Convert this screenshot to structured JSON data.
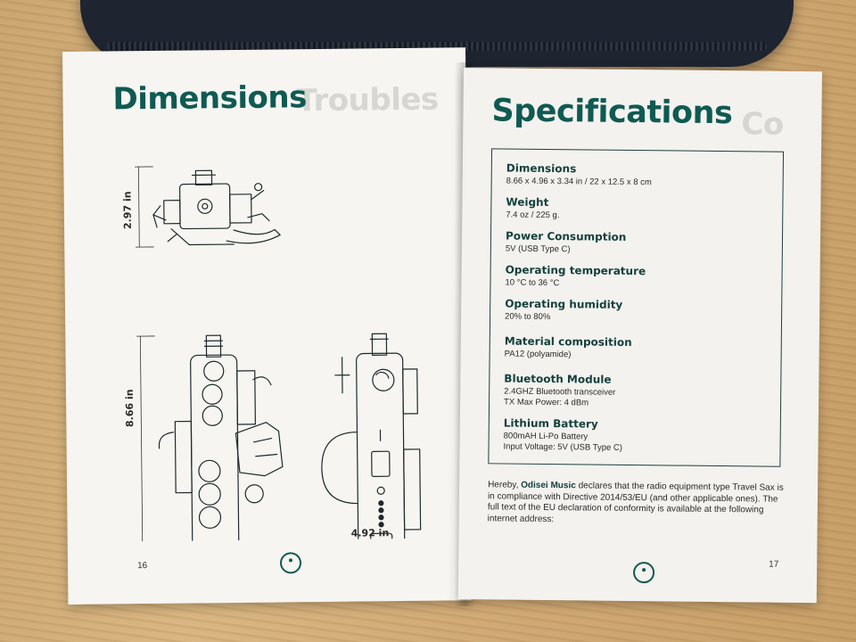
{
  "left_page": {
    "heading": "Dimensions",
    "ghost_heading": "Troubles",
    "dimensions": {
      "height_top_view": "2.97 in",
      "length": "8.66 in",
      "width": "4.92 in"
    },
    "page_number": "16"
  },
  "right_page": {
    "heading": "Specifications",
    "ghost_heading": "Co",
    "specs": [
      {
        "label": "Dimensions",
        "lines": [
          "8.66 x 4.96 x 3.34 in  /  22 x 12.5 x 8 cm"
        ]
      },
      {
        "label": "Weight",
        "lines": [
          "7.4 oz  /  225 g."
        ]
      },
      {
        "label": "Power Consumption",
        "lines": [
          "5V (USB Type C)"
        ]
      },
      {
        "label": "Operating temperature",
        "lines": [
          "10 °C to 36 °C"
        ]
      },
      {
        "label": "Operating humidity",
        "lines": [
          "20% to 80%"
        ]
      },
      {
        "label": "Material composition",
        "lines": [
          "PA12 (polyamide)"
        ]
      },
      {
        "label": "Bluetooth Module",
        "lines": [
          "2.4GHZ Bluetooth transceiver",
          "TX Max Power: 4 dBm"
        ]
      },
      {
        "label": "Lithium Battery",
        "lines": [
          "800mAH Li-Po Battery",
          "Input Voltage: 5V (USB Type C)"
        ]
      }
    ],
    "declaration": {
      "prefix": "Hereby, ",
      "brand": "Odisei Music",
      "text": " declares that the radio equipment type Travel Sax is in compliance with Directive 2014/53/EU (and other applicable ones). The full text of the EU declaration of conformity is available at the following internet address:"
    },
    "page_number": "17"
  },
  "colors": {
    "accent": "#0f5a52",
    "page": "#f6f5f1",
    "table": "#c9a46e",
    "case": "#1f2530"
  }
}
